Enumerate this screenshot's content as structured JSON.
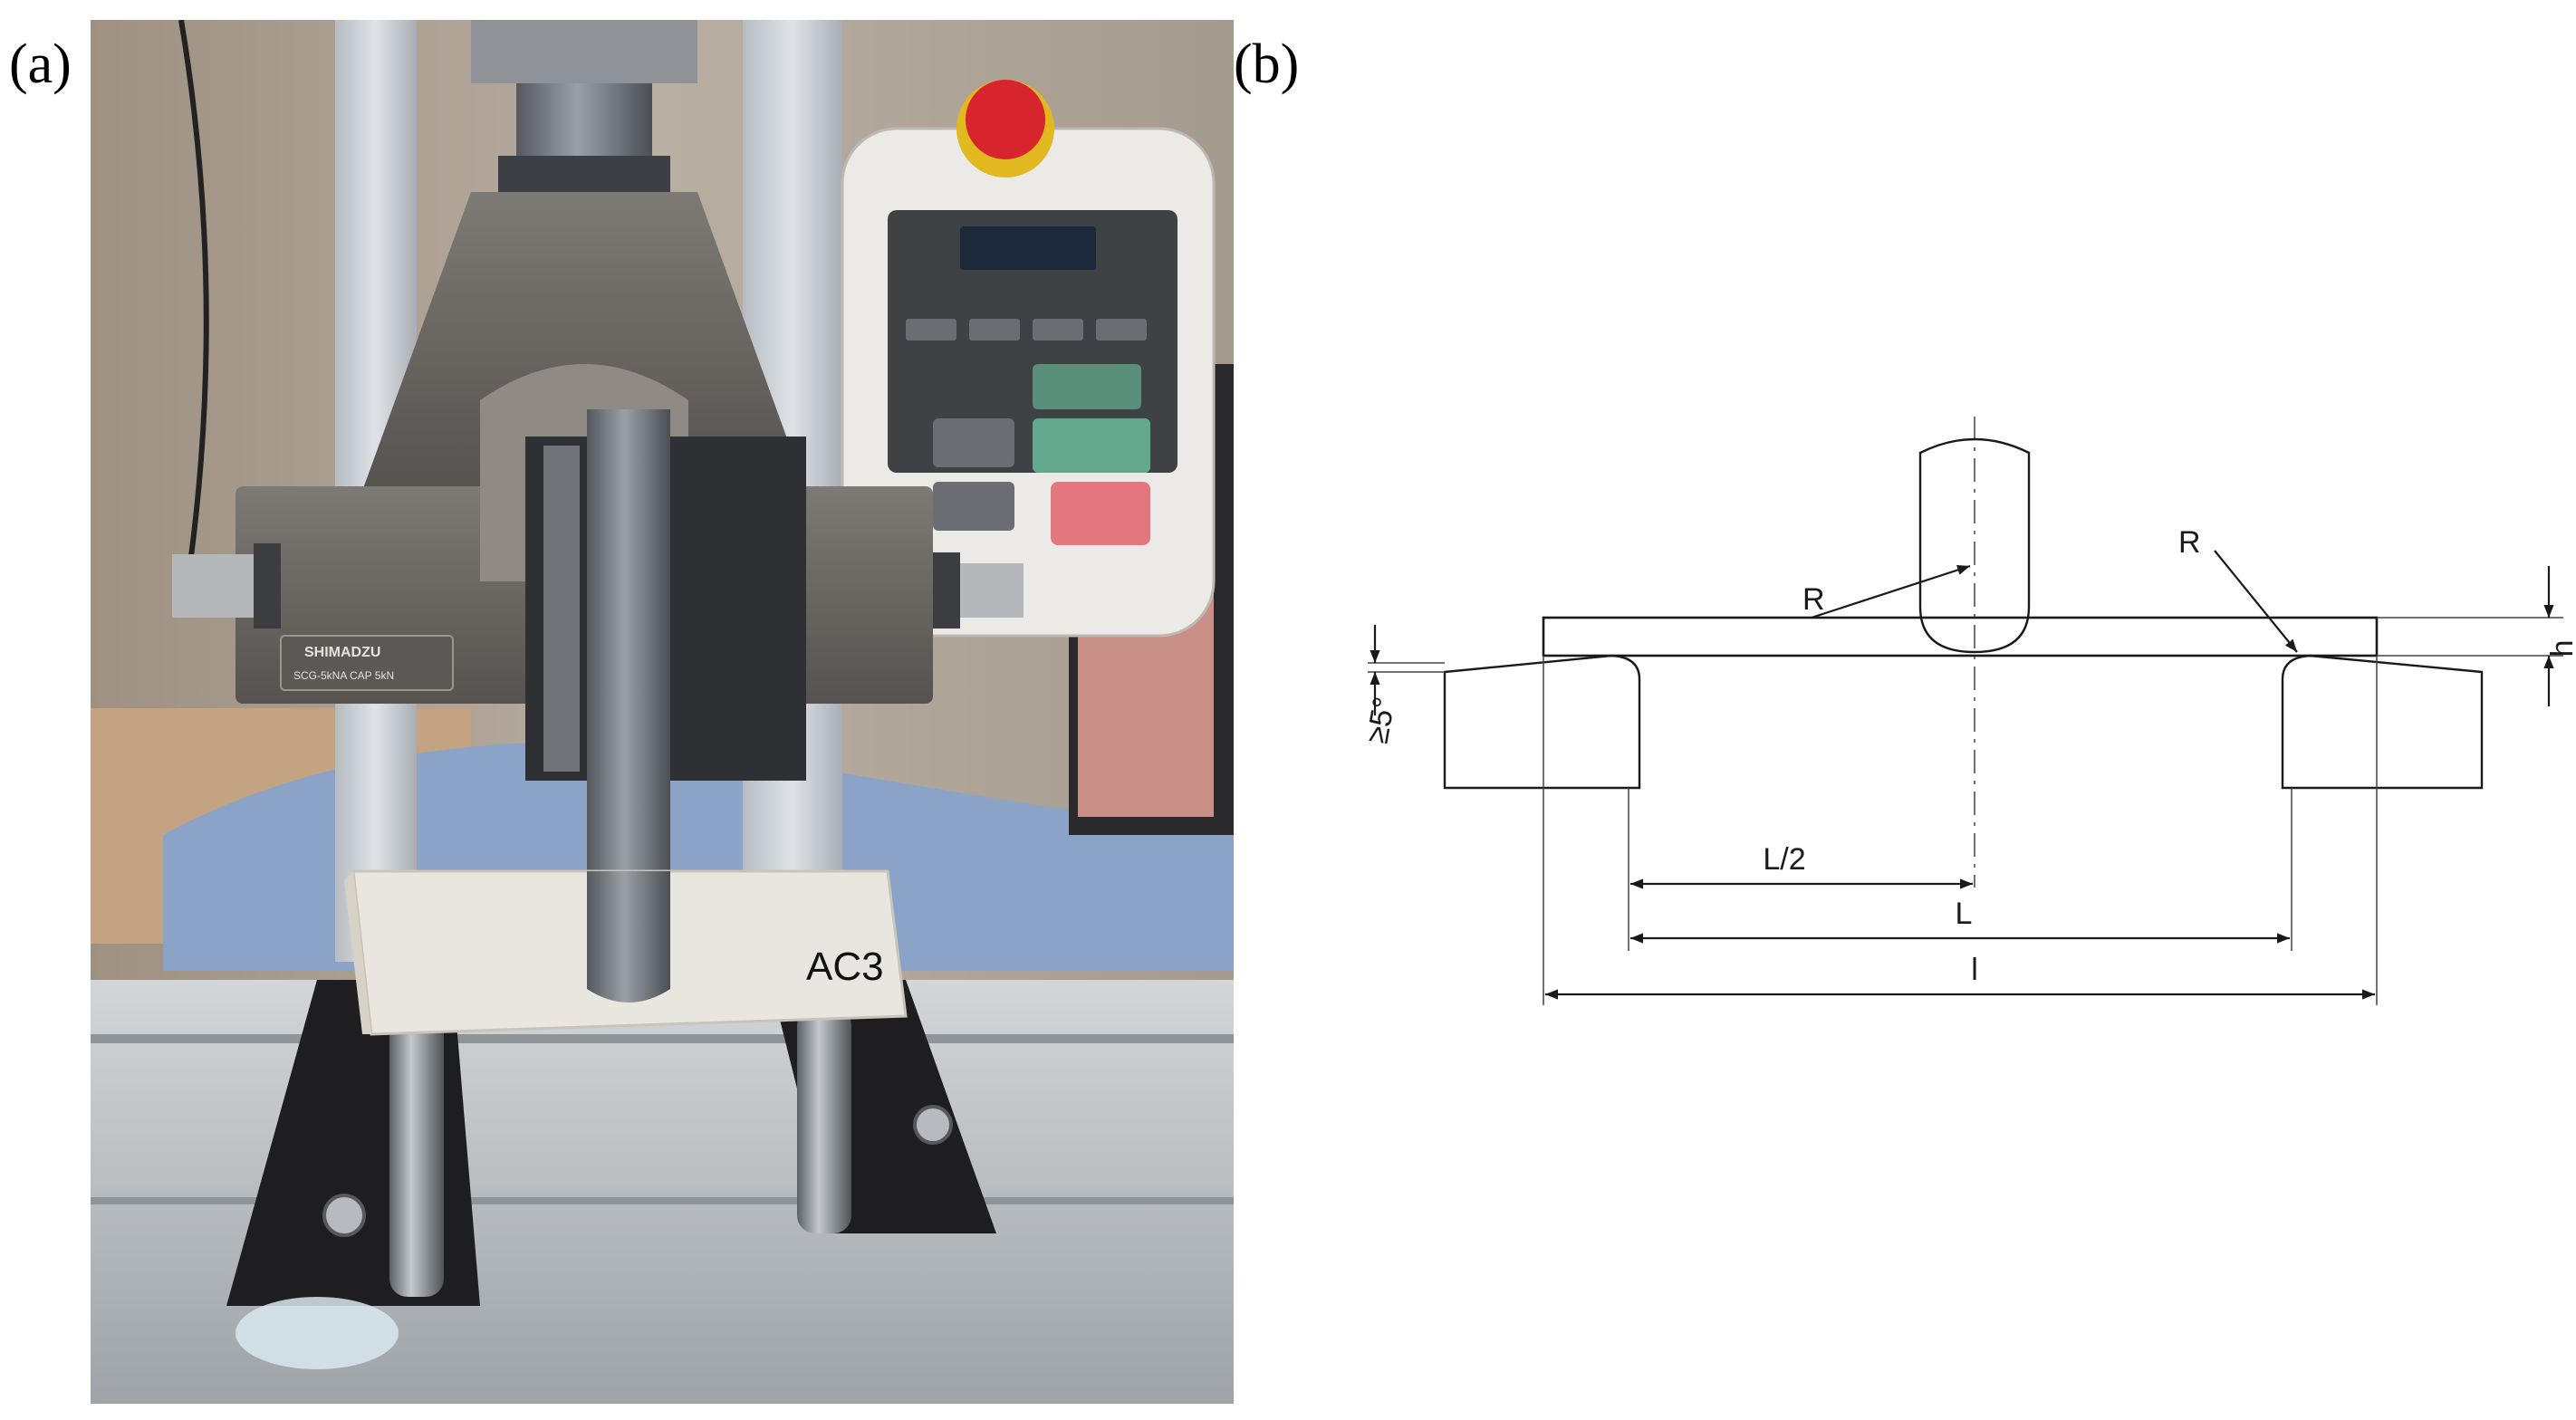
{
  "panels": {
    "a": {
      "label": "(a)"
    },
    "b": {
      "label": "(b)"
    }
  },
  "photo": {
    "specimen_label": "AC3",
    "fixture_plate_brand": "SHIMADZU",
    "fixture_plate_model": "SCG-5kNA CAP 5kN"
  },
  "diagram": {
    "loading_radius": "R",
    "support_radius": "R",
    "thickness": "h",
    "angle": "≥5°",
    "half_span": "L/2",
    "span": "L",
    "length": "l"
  },
  "colors": {
    "background": "#ffffff",
    "ink": "#1a1a1a",
    "fixture_iron": "#6b6864",
    "specimen": "#e9e6df",
    "emergency_stop": "#d8242c",
    "rail_aluminum": "#b9bdc0"
  }
}
